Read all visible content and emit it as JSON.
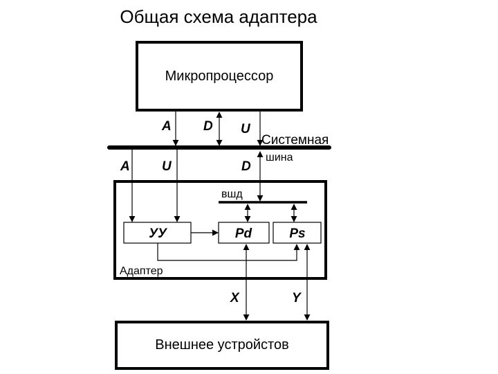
{
  "title": "Общая схема адаптера",
  "blocks": {
    "microprocessor": "Микропроцессор",
    "adapter": "Адаптер",
    "external": "Внешнее устройстов",
    "control_unit": "УУ",
    "data_register": "Pd",
    "status_register": "Ps"
  },
  "bus": {
    "system_line1": "Системная",
    "system_line2": "шина",
    "internal": "вшд"
  },
  "signals": {
    "mp_a": "A",
    "mp_d": "D",
    "mp_u": "U",
    "ad_a": "A",
    "ad_u": "U",
    "ad_d": "D",
    "x": "X",
    "y": "Y"
  },
  "colors": {
    "stroke": "#000000",
    "background": "#ffffff"
  }
}
